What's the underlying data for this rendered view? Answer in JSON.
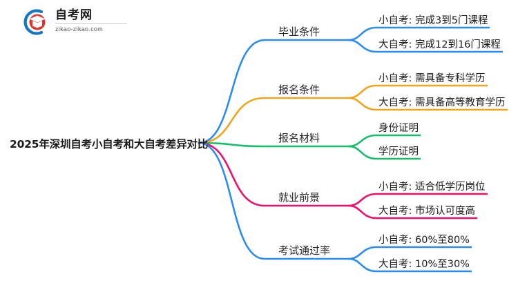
{
  "logo": {
    "icon": "zikao-logo-icon",
    "brand_cn": "自考网",
    "url": "zikao-zikao.com",
    "arc_color": "#1277c4",
    "book_color": "#e0312b"
  },
  "mindmap": {
    "root": {
      "label": "2025年深圳自考小自考和大自考差异对比"
    },
    "branches": [
      {
        "label": "毕业条件",
        "color": "#2b8cf0",
        "children": [
          {
            "label": "小自考: 完成3到5门课程"
          },
          {
            "label": "大自考: 完成12到16门课程"
          }
        ]
      },
      {
        "label": "报名条件",
        "color": "#eda61c",
        "children": [
          {
            "label": "小自考: 需具备专科学历"
          },
          {
            "label": "大自考: 需具备高等教育学历"
          }
        ]
      },
      {
        "label": "报名材料",
        "color": "#17bd6a",
        "children": [
          {
            "label": "身份证明"
          },
          {
            "label": "学历证明"
          }
        ]
      },
      {
        "label": "就业前景",
        "color": "#ed0f6e",
        "children": [
          {
            "label": "小自考: 适合低学历岗位"
          },
          {
            "label": "大自考: 市场认可度高"
          }
        ]
      },
      {
        "label": "考试通过率",
        "color": "#2b8cf0",
        "children": [
          {
            "label": "小自考: 60%至80%"
          },
          {
            "label": "大自考: 10%至30%"
          }
        ]
      }
    ]
  }
}
